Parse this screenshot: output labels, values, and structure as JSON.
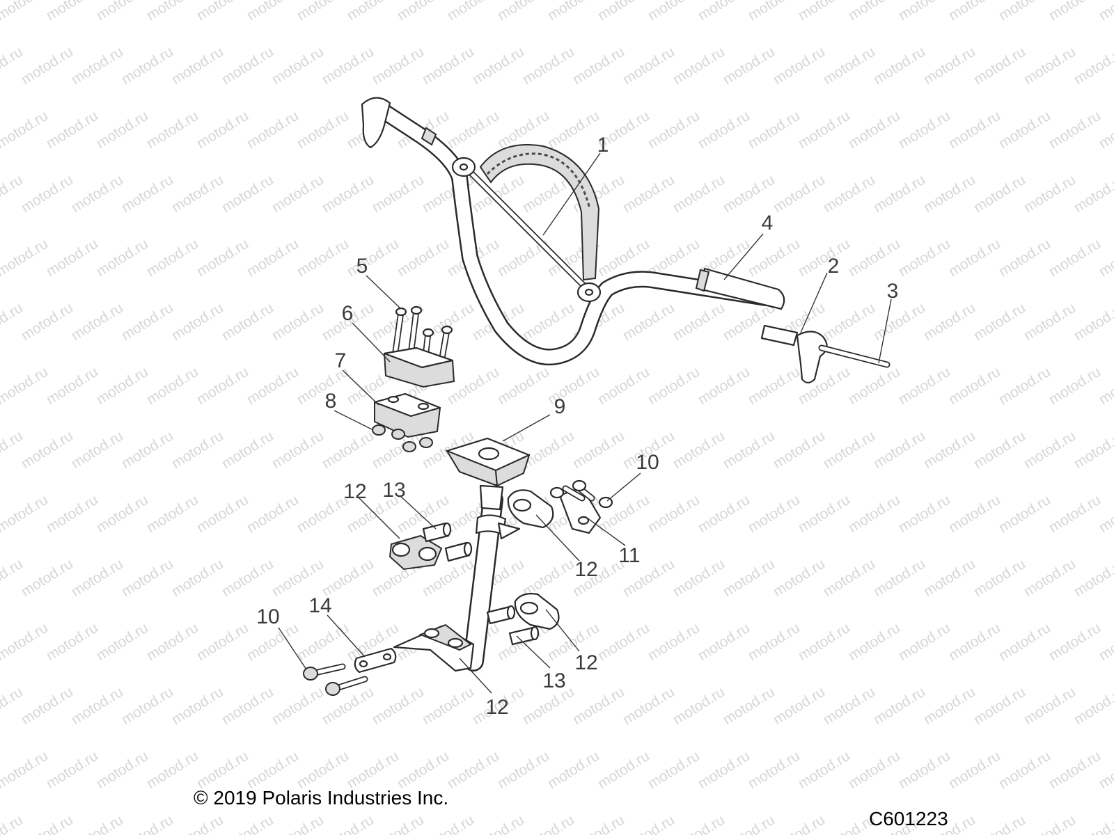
{
  "watermark": {
    "text": "motod.ru"
  },
  "callouts": [
    {
      "id": "c1",
      "label": "1"
    },
    {
      "id": "c2",
      "label": "2"
    },
    {
      "id": "c3",
      "label": "3"
    },
    {
      "id": "c4",
      "label": "4"
    },
    {
      "id": "c5",
      "label": "5"
    },
    {
      "id": "c6",
      "label": "6"
    },
    {
      "id": "c7",
      "label": "7"
    },
    {
      "id": "c8",
      "label": "8"
    },
    {
      "id": "c9",
      "label": "9"
    },
    {
      "id": "c10a",
      "label": "10"
    },
    {
      "id": "c10b",
      "label": "10"
    },
    {
      "id": "c11",
      "label": "11"
    },
    {
      "id": "c12a",
      "label": "12"
    },
    {
      "id": "c12b",
      "label": "12"
    },
    {
      "id": "c12c",
      "label": "12"
    },
    {
      "id": "c12d",
      "label": "12"
    },
    {
      "id": "c13a",
      "label": "13"
    },
    {
      "id": "c13b",
      "label": "13"
    },
    {
      "id": "c14",
      "label": "14"
    }
  ],
  "footer": {
    "copyright": "© 2019 Polaris Industries Inc.",
    "diagram_code": "C601223"
  }
}
